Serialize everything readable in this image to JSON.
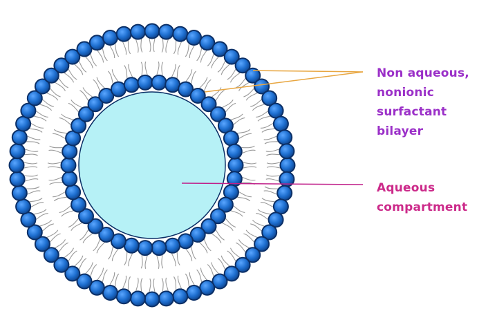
{
  "labels": {
    "bilayer": {
      "lines": [
        "Non aqueous,",
        "nonionic",
        "surfactant",
        "bilayer"
      ],
      "color": "#9b30c8",
      "leader_color": "#e8a640"
    },
    "aqueous": {
      "lines": [
        "Aqueous",
        "compartment"
      ],
      "color": "#cc2a8a",
      "leader_color": "#c0208a"
    }
  },
  "colors": {
    "head_fill": "#1e6fd0",
    "head_edge": "#0b2f66",
    "tail": "#9a9a9a",
    "core": "#b6f1f6",
    "core_edge": "#0b2f66"
  }
}
